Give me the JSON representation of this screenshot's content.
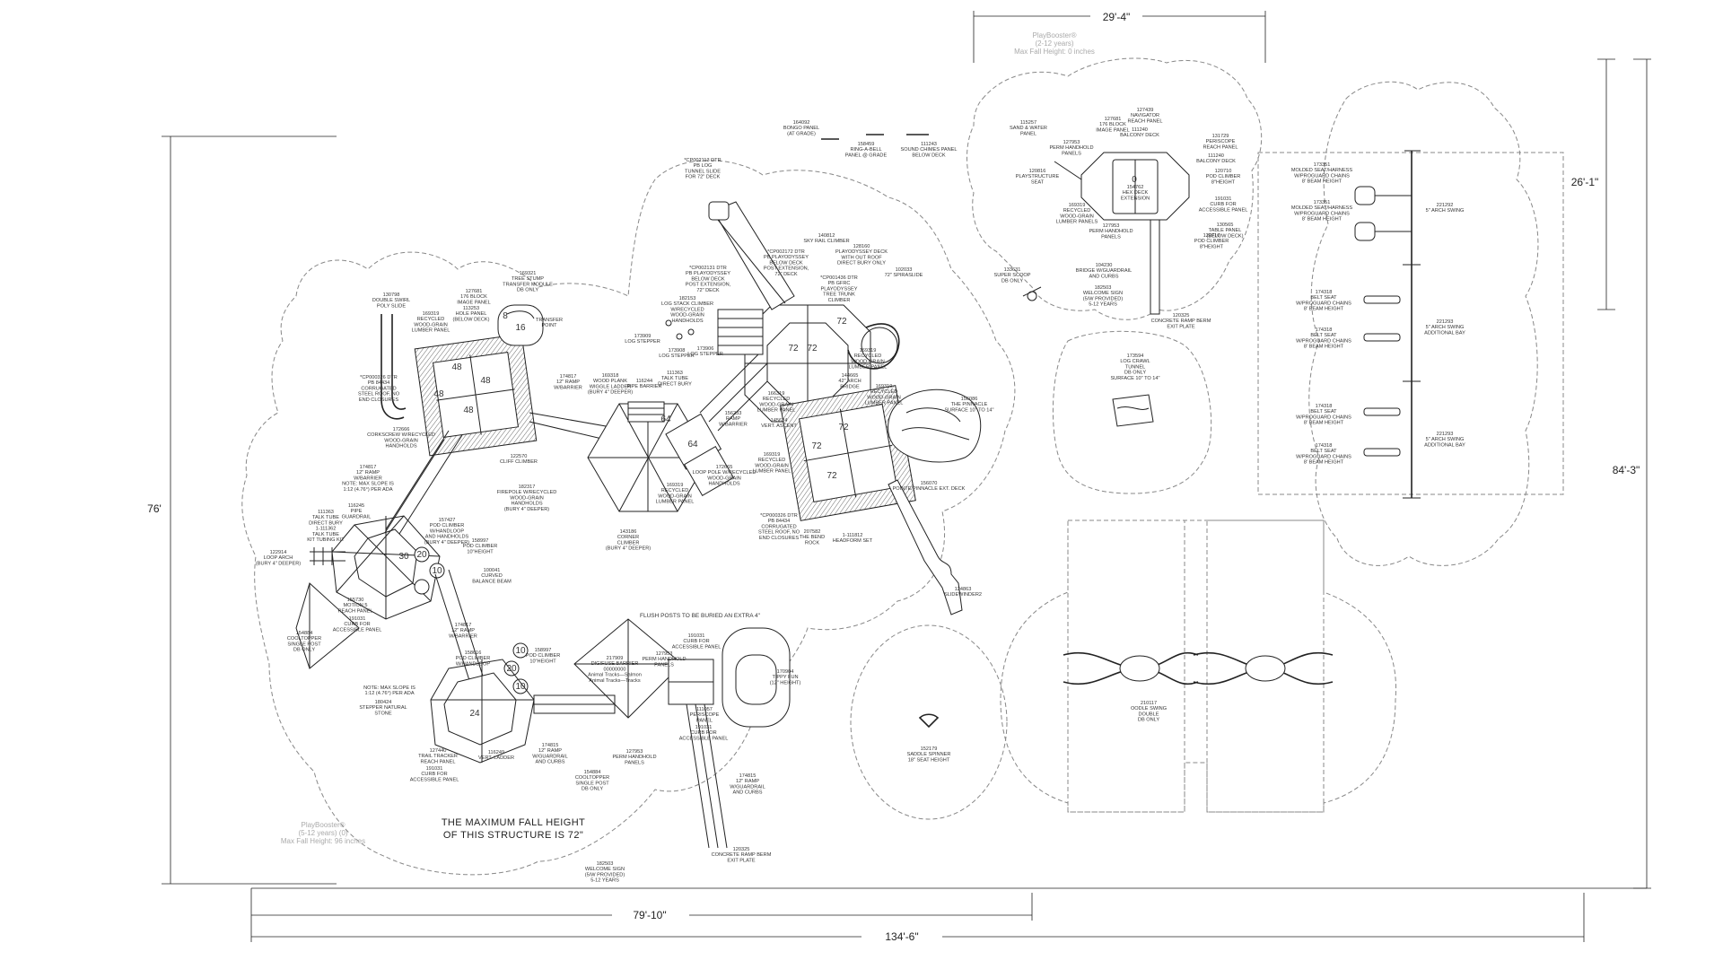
{
  "dimensions": {
    "top_width": "29'-4\"",
    "right_height_small": "26'-1\"",
    "right_height_total": "84'-3\"",
    "left_height": "76'",
    "bottom_left_width": "79'-10\"",
    "bottom_total_width": "134'-6\""
  },
  "brand_blocks": [
    {
      "line1": "PlayBooster®",
      "line2": "(2-12 years)",
      "line3": "Max Fall Height: 0 inches"
    },
    {
      "line1": "PlayBooster®",
      "line2": "(5-12 years) (0)",
      "line3": "Max Fall Height: 96 inches"
    }
  ],
  "fall_height_note": [
    "THE MAXIMUM FALL HEIGHT",
    "OF THIS STRUCTURE IS 72\""
  ],
  "flush_note": "FLUSH POSTS TO BE BURIED AN EXTRA 4\"",
  "deck_numbers": {
    "d48a": "48",
    "d48b": "48",
    "d48c": "48",
    "d48d": "48",
    "d16": "16",
    "d8": "8",
    "d64a": "64",
    "d64b": "64",
    "d72a": "72",
    "d72b": "72",
    "d72c": "72",
    "d72d": "72",
    "d72e": "72",
    "d72f": "72",
    "d24": "24",
    "d0": "0",
    "c30": "30",
    "c20": "20",
    "c10a": "10",
    "c10b": "10",
    "c20b": "20",
    "c10c": "10"
  },
  "callouts": [
    {
      "id": "c-164092",
      "lines": [
        "164092",
        "BONGO PANEL",
        "(AT GRADE)"
      ]
    },
    {
      "id": "c-158459",
      "lines": [
        "158459",
        "RING-A-BELL",
        "PANEL @ GRADE"
      ]
    },
    {
      "id": "c-111243",
      "lines": [
        "111243",
        "SOUND CHIMES PANEL",
        "BELOW DECK"
      ]
    },
    {
      "id": "c-cp002113",
      "lines": [
        "*CP002113 DTR",
        "PB LOG",
        "TUNNEL SLIDE",
        "FOR 72\" DECK"
      ]
    },
    {
      "id": "c-140812",
      "lines": [
        "140812",
        "SKY RAIL CLIMBER"
      ]
    },
    {
      "id": "c-cp002172",
      "lines": [
        "*CP002172 DTR",
        "PB PLAYODYSSEY",
        "BELOW DECK",
        "POST EXTENSION,",
        "72\" DECK"
      ]
    },
    {
      "id": "c-128160",
      "lines": [
        "128160",
        "PLAYODYSSEY DECK",
        "WITH OUT ROOF",
        "DIRECT BURY ONLY"
      ]
    },
    {
      "id": "c-cp002131",
      "lines": [
        "*CP002131 DTR",
        "PB PLAYODYSSEY",
        "BELOW DECK",
        "POST EXTENSION,",
        "72\" DECK"
      ]
    },
    {
      "id": "c-cp001436",
      "lines": [
        "*CP001436 DTR",
        "PB GFRC",
        "PLAYODYSSEY",
        "TREE TRUNK",
        "CLIMBER"
      ]
    },
    {
      "id": "c-102033",
      "lines": [
        "102033",
        "72\" SPIRASLIDE"
      ]
    },
    {
      "id": "c-182153",
      "lines": [
        "182153",
        "LOG STACK CLIMBER",
        "W/RECYCLED",
        "WOOD-GRAIN",
        "HANDHOLDS"
      ]
    },
    {
      "id": "c-173909",
      "lines": [
        "173909",
        "LOG STEPPER"
      ]
    },
    {
      "id": "c-173908",
      "lines": [
        "173908",
        "LOG STEPPER"
      ]
    },
    {
      "id": "c-173906",
      "lines": [
        "173906",
        "LOG STEPPER"
      ]
    },
    {
      "id": "c-169321",
      "lines": [
        "169321",
        "TREE STUMP",
        "TRANSFER MODULE",
        "DB ONLY"
      ]
    },
    {
      "id": "c-127681a",
      "lines": [
        "127681",
        "176 BLOCK",
        "IMAGE PANEL"
      ]
    },
    {
      "id": "c-130798",
      "lines": [
        "130798",
        "DOUBLE SWIRL",
        "POLY SLIDE"
      ]
    },
    {
      "id": "c-169319a",
      "lines": [
        "169319",
        "RECYCLED",
        "WOOD-GRAIN",
        "LUMBER PANEL"
      ]
    },
    {
      "id": "c-113253",
      "lines": [
        "113253",
        "HOLE PANEL",
        "(BELOW DECK)"
      ]
    },
    {
      "id": "c-transfer",
      "lines": [
        "TRANSFER",
        "POINT"
      ]
    },
    {
      "id": "c-cp000326a",
      "lines": [
        "*CP000326 DTR",
        "PB 84434",
        "CORRUGATED",
        "STEEL ROOF, NO",
        "END CLOSURES"
      ]
    },
    {
      "id": "c-172666",
      "lines": [
        "172666",
        "CORKSCREW W/RECYCLED",
        "WOOD-GRAIN",
        "HANDHOLDS"
      ]
    },
    {
      "id": "c-122570",
      "lines": [
        "122570",
        "CLIFF CLIMBER"
      ]
    },
    {
      "id": "c-174817a",
      "lines": [
        "174817",
        "12\" RAMP",
        "W/BARRIER"
      ]
    },
    {
      "id": "c-169318",
      "lines": [
        "169318",
        "WOOD PLANK",
        "WIGGLE LADDER",
        "(BURY 4\" DEEPER)"
      ]
    },
    {
      "id": "c-116244",
      "lines": [
        "116244",
        "PIPE BARRIER"
      ]
    },
    {
      "id": "c-111363",
      "lines": [
        "111363",
        "TALK TUBE",
        "DIRECT BURY"
      ]
    },
    {
      "id": "c-156233",
      "lines": [
        "156233",
        "RAMP",
        "W/BARRIER"
      ]
    },
    {
      "id": "c-174817b",
      "lines": [
        "174817",
        "12\" RAMP",
        "W/BARRIER",
        "NOTE: MAX SLOPE IS",
        "1:12 (4.76°) PER ADA"
      ]
    },
    {
      "id": "c-182317",
      "lines": [
        "182317",
        "FIREPOLE W/RECYCLED",
        "WOOD-GRAIN",
        "HANDHOLDS",
        "(BURY 4\" DEEPER)"
      ]
    },
    {
      "id": "c-172665",
      "lines": [
        "172665",
        "LOOP POLE W/RECYCLED",
        "WOOD-GRAIN",
        "HANDHOLDS"
      ]
    },
    {
      "id": "c-169319b",
      "lines": [
        "169319",
        "RECYCLED",
        "WOOD-GRAIN",
        "LUMBER PANEL"
      ]
    },
    {
      "id": "c-143186",
      "lines": [
        "143186",
        "CORNER",
        "CLIMBER",
        "(BURY 4\" DEEPER)"
      ]
    },
    {
      "id": "c-166319",
      "lines": [
        "166319",
        "RECYCLED",
        "WOOD-GRAIN",
        "LUMBER PANEL"
      ]
    },
    {
      "id": "c-145624",
      "lines": [
        "145624",
        "VERT. ASCENT"
      ]
    },
    {
      "id": "c-169319c",
      "lines": [
        "169319",
        "RECYCLED",
        "WOOD-GRAIN",
        "LUMBER PANEL"
      ]
    },
    {
      "id": "c-169319d",
      "lines": [
        "169319",
        "RECYCLED",
        "WOOD-GRAIN",
        "LUMBER PANEL"
      ]
    },
    {
      "id": "c-144665",
      "lines": [
        "144665",
        "42\" ARCH",
        "BRIDGE"
      ]
    },
    {
      "id": "c-169319e",
      "lines": [
        "169319",
        "RECYCLED",
        "WOOD-GRAIN",
        "LUMBER PANEL"
      ]
    },
    {
      "id": "c-156086",
      "lines": [
        "156086",
        "THE PINNACLE",
        "SURFACE 10\" TO 14\""
      ]
    },
    {
      "id": "c-156070",
      "lines": [
        "156070",
        "POINTE/PINNACLE EXT. DECK"
      ]
    },
    {
      "id": "c-cp000326b",
      "lines": [
        "*CP000326 DTR",
        "PB 84434",
        "CORRUGATED",
        "STEEL ROOF, NO",
        "END CLOSURES"
      ]
    },
    {
      "id": "c-207582",
      "lines": [
        "207582",
        "THE BEND",
        "ROCK"
      ]
    },
    {
      "id": "c-111812",
      "lines": [
        "1-111812",
        "HEADFORM SET"
      ]
    },
    {
      "id": "c-124863",
      "lines": [
        "124863",
        "SLIDEWINDER2"
      ]
    },
    {
      "id": "c-111363b",
      "lines": [
        "111363",
        "TALK TUBE",
        "DIRECT BURY",
        "1-111362",
        "TALK TUBE",
        "KIT TUBING KIT"
      ]
    },
    {
      "id": "c-116245",
      "lines": [
        "116245",
        "PIPE",
        "GUARDRAIL"
      ]
    },
    {
      "id": "c-157427",
      "lines": [
        "157427",
        "POD CLIMBER",
        "W/HANDLOOP",
        "AND HANDHOLDS",
        "(BURY 4\" DEEPER)"
      ]
    },
    {
      "id": "c-158997a",
      "lines": [
        "158997",
        "POD CLIMBER",
        "10\"HEIGHT"
      ]
    },
    {
      "id": "c-100041",
      "lines": [
        "100041",
        "CURVED",
        "BALANCE BEAM"
      ]
    },
    {
      "id": "c-122914",
      "lines": [
        "122914",
        "LOOP ARCH",
        "(BURY 4\" DEEPER)"
      ]
    },
    {
      "id": "c-155730",
      "lines": [
        "155730",
        "MOTION 5",
        "REACH PANEL"
      ]
    },
    {
      "id": "c-191031a",
      "lines": [
        "191031",
        "CURB FOR",
        "ACCESSIBLE PANEL"
      ]
    },
    {
      "id": "c-154884a",
      "lines": [
        "154884",
        "COOLTOPPER",
        "SINGLE POST",
        "DB ONLY"
      ]
    },
    {
      "id": "c-174817c",
      "lines": [
        "174817",
        "12\" RAMP",
        "W/BARRIER"
      ]
    },
    {
      "id": "c-158616",
      "lines": [
        "158616",
        "POD CLIMBER",
        "W/HANDLOOP"
      ]
    },
    {
      "id": "c-158997b",
      "lines": [
        "158997",
        "POD CLIMBER",
        "10\"HEIGHT"
      ]
    },
    {
      "id": "c-note-slope",
      "lines": [
        "NOTE: MAX SLOPE IS",
        "1:12 (4.76°) PER ADA"
      ]
    },
    {
      "id": "c-180424",
      "lines": [
        "180424",
        "STEPPER NATURAL",
        "STONE"
      ]
    },
    {
      "id": "c-127440",
      "lines": [
        "127440",
        "TRAIL TRACKER",
        "REACH PANEL"
      ]
    },
    {
      "id": "c-191031b",
      "lines": [
        "191031",
        "CURB FOR",
        "ACCESSIBLE PANEL"
      ]
    },
    {
      "id": "c-116249",
      "lines": [
        "116249",
        "VERT. LADDER"
      ]
    },
    {
      "id": "c-217909",
      "lines": [
        "217909",
        "DIGIFUSE BARRIER",
        "00000000",
        "Animal Tracks—Salmon",
        "Animal Tracks—Tracks"
      ]
    },
    {
      "id": "c-127953a",
      "lines": [
        "127953",
        "PERM HANDHOLD",
        "PANELS"
      ]
    },
    {
      "id": "c-191031c",
      "lines": [
        "191031",
        "CURB FOR",
        "ACCESSIBLE PANEL"
      ]
    },
    {
      "id": "c-170904",
      "lines": [
        "170904",
        "TIPPY FUN",
        "(12\" HEIGHT)"
      ]
    },
    {
      "id": "c-111057",
      "lines": [
        "111057",
        "PERISCOPE",
        "PANEL"
      ]
    },
    {
      "id": "c-191031d",
      "lines": [
        "191031",
        "CURB FOR",
        "ACCESSIBLE PANEL"
      ]
    },
    {
      "id": "c-174815a",
      "lines": [
        "174815",
        "12\" RAMP",
        "W/GUARDRAIL",
        "AND CURBS"
      ]
    },
    {
      "id": "c-127953b",
      "lines": [
        "127953",
        "PERM HANDHOLD",
        "PANELS"
      ]
    },
    {
      "id": "c-154884b",
      "lines": [
        "154884",
        "COOLTOPPER",
        "SINGLE POST",
        "DB ONLY"
      ]
    },
    {
      "id": "c-174815b",
      "lines": [
        "174815",
        "12\" RAMP",
        "W/GUARDRAIL",
        "AND CURBS"
      ]
    },
    {
      "id": "c-182503a",
      "lines": [
        "182503",
        "WELCOME SIGN",
        "(5/W PROVIDED)",
        "5-12 YEARS"
      ]
    },
    {
      "id": "c-120325a",
      "lines": [
        "120325",
        "CONCRETE RAMP BERM",
        "EXIT PLATE"
      ]
    },
    {
      "id": "c-115257",
      "lines": [
        "115257",
        "SAND & WATER",
        "PANEL"
      ]
    },
    {
      "id": "c-127953c",
      "lines": [
        "127953",
        "PERM HANDHOLD",
        "PANELS"
      ]
    },
    {
      "id": "c-120816",
      "lines": [
        "120816",
        "PLAYSTRUCTURE",
        "SEAT"
      ]
    },
    {
      "id": "c-127681b",
      "lines": [
        "127681",
        "176 BLOCK",
        "IMAGE PANEL"
      ]
    },
    {
      "id": "c-127439",
      "lines": [
        "127439",
        "NAVIGATOR",
        "REACH PANEL"
      ]
    },
    {
      "id": "c-111240",
      "lines": [
        "111240",
        "BALCONY DECK"
      ]
    },
    {
      "id": "c-131729",
      "lines": [
        "131729",
        "PERISCOPE",
        "REACH PANEL"
      ]
    },
    {
      "id": "c-111240b",
      "lines": [
        "111240",
        "BALCONY DECK"
      ]
    },
    {
      "id": "c-120710a",
      "lines": [
        "120710",
        "POD CLIMBER",
        "8\"HEIGHT"
      ]
    },
    {
      "id": "c-191031e",
      "lines": [
        "191031",
        "CURB FOR",
        "ACCESSIBLE PANEL"
      ]
    },
    {
      "id": "c-130565",
      "lines": [
        "130565",
        "TABLE PANEL",
        "(BELOW DECK)"
      ]
    },
    {
      "id": "c-120710b",
      "lines": [
        "120710",
        "POD CLIMBER",
        "8\"HEIGHT"
      ]
    },
    {
      "id": "c-154762",
      "lines": [
        "154762",
        "HEX DECK",
        "EXTENSION"
      ]
    },
    {
      "id": "c-169319f",
      "lines": [
        "169319",
        "RECYCLED",
        "WOOD-GRAIN",
        "LUMBER PANELS"
      ]
    },
    {
      "id": "c-127953d",
      "lines": [
        "127953",
        "PERM HANDHOLD",
        "PANELS"
      ]
    },
    {
      "id": "c-133631",
      "lines": [
        "133631",
        "SUPER SCOOP",
        "DB ONLY"
      ]
    },
    {
      "id": "c-104230",
      "lines": [
        "104230",
        "BRIDGE W/GUARDRAIL",
        "AND CURBS"
      ]
    },
    {
      "id": "c-182503b",
      "lines": [
        "182503",
        "WELCOME SIGN",
        "(5/W PROVIDED)",
        "5-12 YEARS"
      ]
    },
    {
      "id": "c-120325b",
      "lines": [
        "120325",
        "CONCRETE RAMP BERM",
        "EXIT PLATE"
      ]
    },
    {
      "id": "c-173594",
      "lines": [
        "173594",
        "LOG CRAWL",
        "TUNNEL",
        "DB ONLY",
        "SURFACE 10\" TO 14\""
      ]
    },
    {
      "id": "c-173351a",
      "lines": [
        "173351",
        "MOLDED SEAT/HARNESS",
        "W/PROGUARD CHAINS",
        "8' BEAM HEIGHT"
      ]
    },
    {
      "id": "c-173351b",
      "lines": [
        "173351",
        "MOLDED SEAT/HARNESS",
        "W/PROGUARD CHAINS",
        "8' BEAM HEIGHT"
      ]
    },
    {
      "id": "c-221292",
      "lines": [
        "221292",
        "5\" ARCH SWING"
      ]
    },
    {
      "id": "c-174318a",
      "lines": [
        "174318",
        "BELT SEAT",
        "W/PROGUARD CHAINS",
        "8' BEAM HEIGHT"
      ]
    },
    {
      "id": "c-221293a",
      "lines": [
        "221293",
        "5\" ARCH SWING",
        "ADDITIONAL BAY"
      ]
    },
    {
      "id": "c-174318b",
      "lines": [
        "174318",
        "BELT SEAT",
        "W/PROGUARD CHAINS",
        "8' BEAM HEIGHT"
      ]
    },
    {
      "id": "c-174318c",
      "lines": [
        "174318",
        "BELT SEAT",
        "W/PROGUARD CHAINS",
        "8' BEAM HEIGHT"
      ]
    },
    {
      "id": "c-221293b",
      "lines": [
        "221293",
        "5\" ARCH SWING",
        "ADDITIONAL BAY"
      ]
    },
    {
      "id": "c-174318d",
      "lines": [
        "174318",
        "BELT SEAT",
        "W/PROGUARD CHAINS",
        "8' BEAM HEIGHT"
      ]
    },
    {
      "id": "c-152179",
      "lines": [
        "152179",
        "SADDLE SPINNER",
        "18\" SEAT HEIGHT"
      ]
    },
    {
      "id": "c-210117",
      "lines": [
        "210117",
        "OODLE SWING",
        "DOUBLE",
        "DB ONLY"
      ]
    }
  ]
}
